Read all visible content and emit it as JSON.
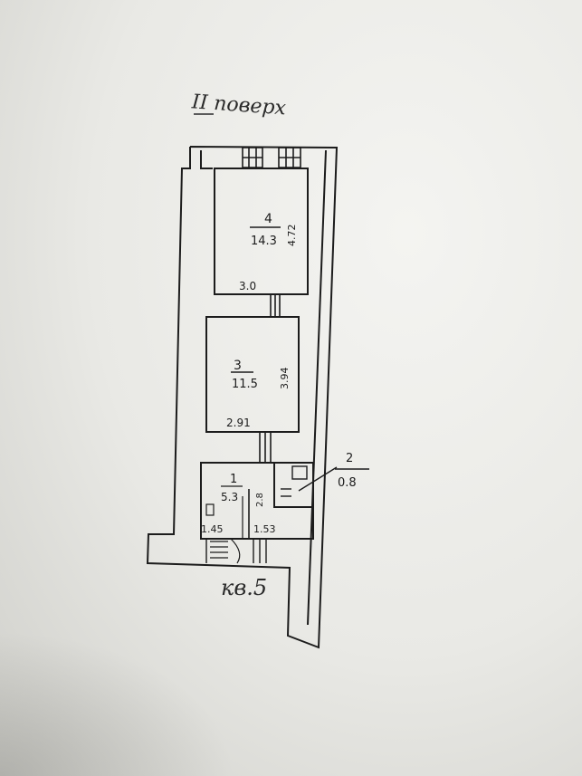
{
  "floor_label": "ІІ поверх",
  "apartment_label": "кв.5",
  "rooms": [
    {
      "number": "4",
      "area": "14.3",
      "dim_width": "3.0",
      "dim_height": "4.72"
    },
    {
      "number": "3",
      "area": "11.5",
      "dim_width": "2.91",
      "dim_height": "3.94"
    },
    {
      "number": "1",
      "area": "5.3",
      "dim_left": "1.45",
      "dim_right": "1.53",
      "dim_vertical": "2.8"
    },
    {
      "number": "2",
      "area": "0.8"
    }
  ],
  "colors": {
    "ink": "#1c1c1c",
    "paper": "#efefeb"
  }
}
